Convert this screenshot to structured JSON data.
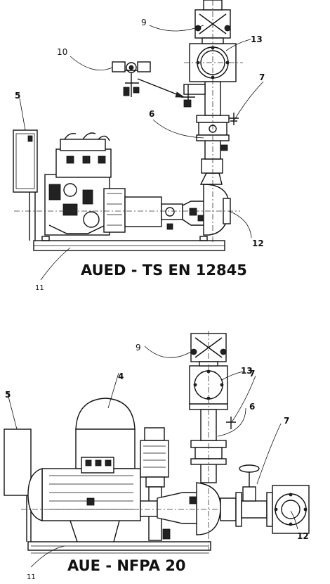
{
  "diagrams": [
    {
      "caption": "AUED - TS EN 12845",
      "callouts": [
        "5",
        "6",
        "7",
        "9",
        "10",
        "11",
        "12",
        "13"
      ]
    },
    {
      "caption": "AUE - NFPA 20",
      "callouts": [
        "4",
        "5",
        "6",
        "7",
        "7",
        "9",
        "11",
        "12",
        "13"
      ]
    }
  ]
}
